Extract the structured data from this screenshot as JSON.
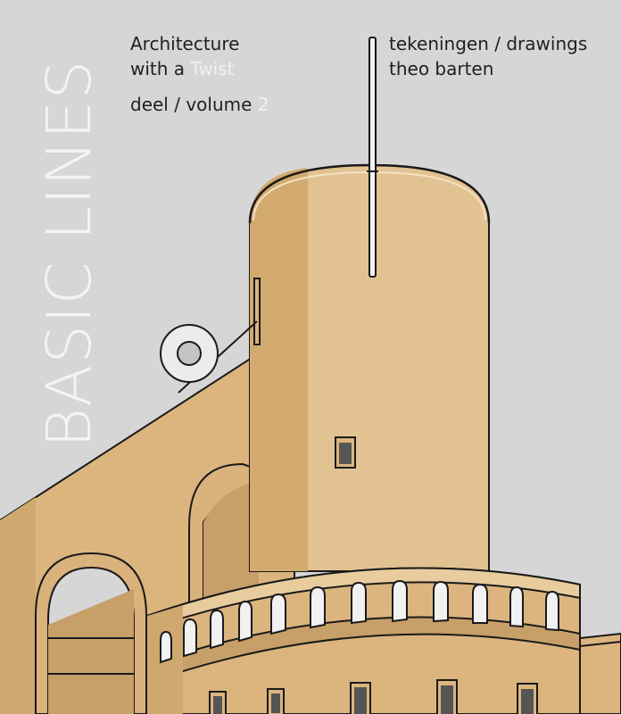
{
  "cover": {
    "title": "BASIC LINES",
    "subtitle_line1": "Architecture",
    "subtitle_line2_prefix": "with a ",
    "subtitle_line2_accent": "Twist",
    "volume_prefix": "deel / volume ",
    "volume_number": "2",
    "credit_line1": "tekeningen / drawings",
    "credit_line2": "theo barten"
  },
  "colors": {
    "background": "#d6d6d6",
    "building_light": "#e3c291",
    "building_mid": "#d9b27c",
    "building_shadow": "#c79f68",
    "title_color": "#f4f4f4",
    "accent_text": "#f2f2f2",
    "outline": "#1a1a1a"
  }
}
